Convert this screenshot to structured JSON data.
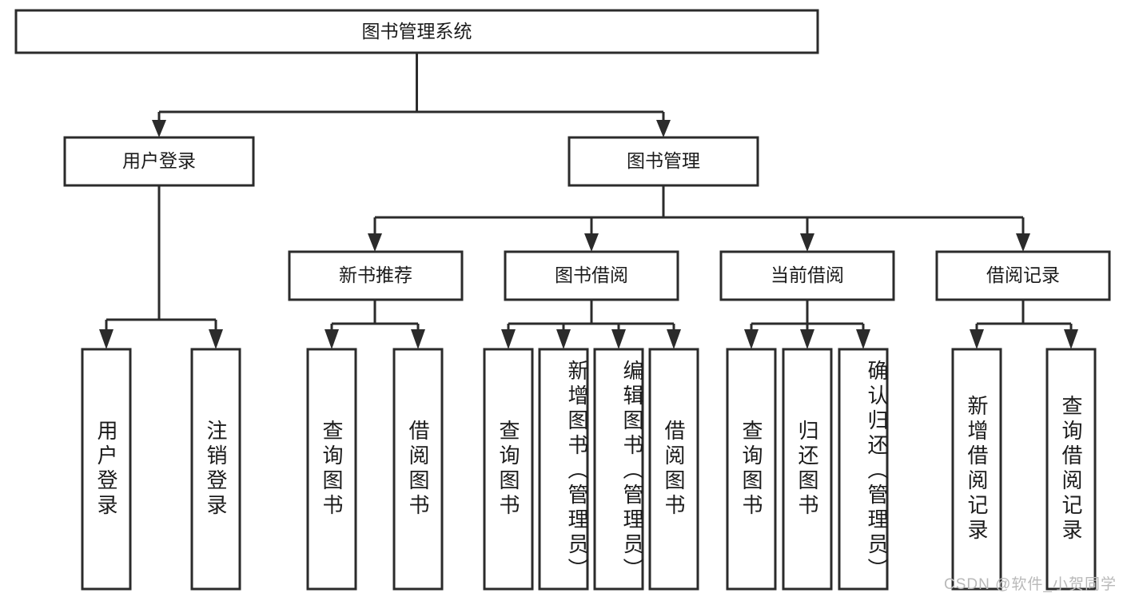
{
  "diagram": {
    "type": "tree",
    "title": "图书管理系统",
    "watermark": "CSDN @软件_小贺同学",
    "colors": {
      "stroke": "#2b2b2b",
      "fill": "#ffffff",
      "text": "#1b1b1b",
      "watermark": "#b9b9b9"
    },
    "levels": {
      "root": {
        "label": "图书管理系统"
      },
      "level2": [
        {
          "label": "用户登录"
        },
        {
          "label": "图书管理"
        }
      ],
      "level3": [
        {
          "label": "新书推荐"
        },
        {
          "label": "图书借阅"
        },
        {
          "label": "当前借阅"
        },
        {
          "label": "借阅记录"
        }
      ],
      "leaves": [
        {
          "label": "用户登录",
          "parent": "用户登录"
        },
        {
          "label": "注销登录",
          "parent": "用户登录"
        },
        {
          "label": "查询图书",
          "parent": "新书推荐"
        },
        {
          "label": "借阅图书",
          "parent": "新书推荐"
        },
        {
          "label": "查询图书",
          "parent": "图书借阅"
        },
        {
          "label": "新增图书（管理员）",
          "parent": "图书借阅"
        },
        {
          "label": "编辑图书（管理员）",
          "parent": "图书借阅"
        },
        {
          "label": "借阅图书",
          "parent": "图书借阅"
        },
        {
          "label": "查询图书",
          "parent": "当前借阅"
        },
        {
          "label": "归还图书",
          "parent": "当前借阅"
        },
        {
          "label": "确认归还（管理员）",
          "parent": "当前借阅"
        },
        {
          "label": "新增借阅记录",
          "parent": "借阅记录"
        },
        {
          "label": "查询借阅记录",
          "parent": "借阅记录"
        }
      ]
    }
  }
}
